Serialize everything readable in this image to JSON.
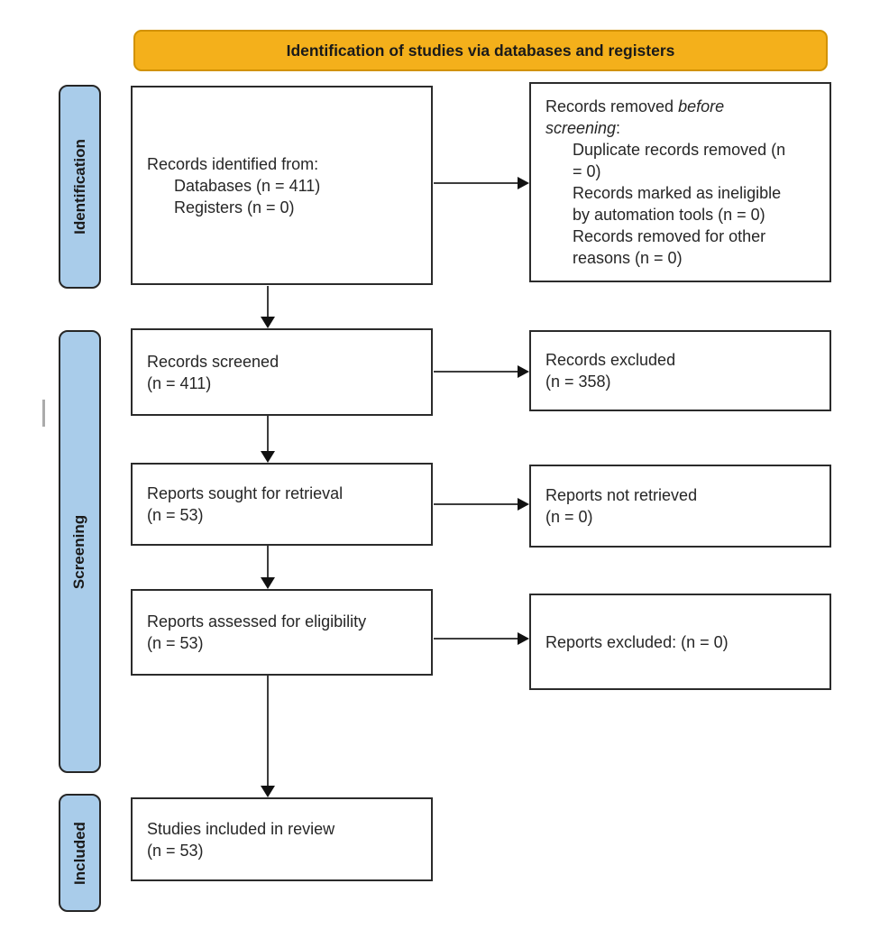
{
  "diagram": {
    "title": "Identification of studies via databases and registers",
    "stages": {
      "identification": "Identification",
      "screening": "Screening",
      "included": "Included"
    },
    "boxes": {
      "records_identified": {
        "heading": "Records identified from:",
        "items": [
          "Databases (n = 411)",
          "Registers (n = 0)"
        ]
      },
      "records_removed": {
        "heading_prefix": "Records removed ",
        "heading_italic": "before screening",
        "heading_suffix": ":",
        "items": [
          "Duplicate records removed (n = 0)",
          "Records marked as ineligible by automation tools (n = 0)",
          "Records removed for other reasons (n = 0)"
        ]
      },
      "records_screened": {
        "lines": [
          "Records screened",
          "(n = 411)"
        ]
      },
      "records_excluded": {
        "lines": [
          "Records excluded",
          "(n = 358)"
        ]
      },
      "reports_sought": {
        "lines": [
          "Reports sought for retrieval",
          "(n = 53)"
        ]
      },
      "reports_not_retrieved": {
        "lines": [
          "Reports not retrieved",
          "(n = 0)"
        ]
      },
      "reports_assessed": {
        "lines": [
          "Reports assessed for eligibility",
          "(n = 53)"
        ]
      },
      "reports_excluded": {
        "lines": [
          "Reports excluded: (n = 0)"
        ]
      },
      "studies_included": {
        "lines": [
          "Studies included in review",
          "(n = 53)"
        ]
      }
    },
    "colors": {
      "banner_bg": "#F4B01B",
      "banner_border": "#D29200",
      "stage_bg": "#A9CCEA",
      "stage_border": "#262626",
      "box_border": "#2B2B2B",
      "arrow": "#3D3D3D",
      "text": "#262626"
    }
  }
}
